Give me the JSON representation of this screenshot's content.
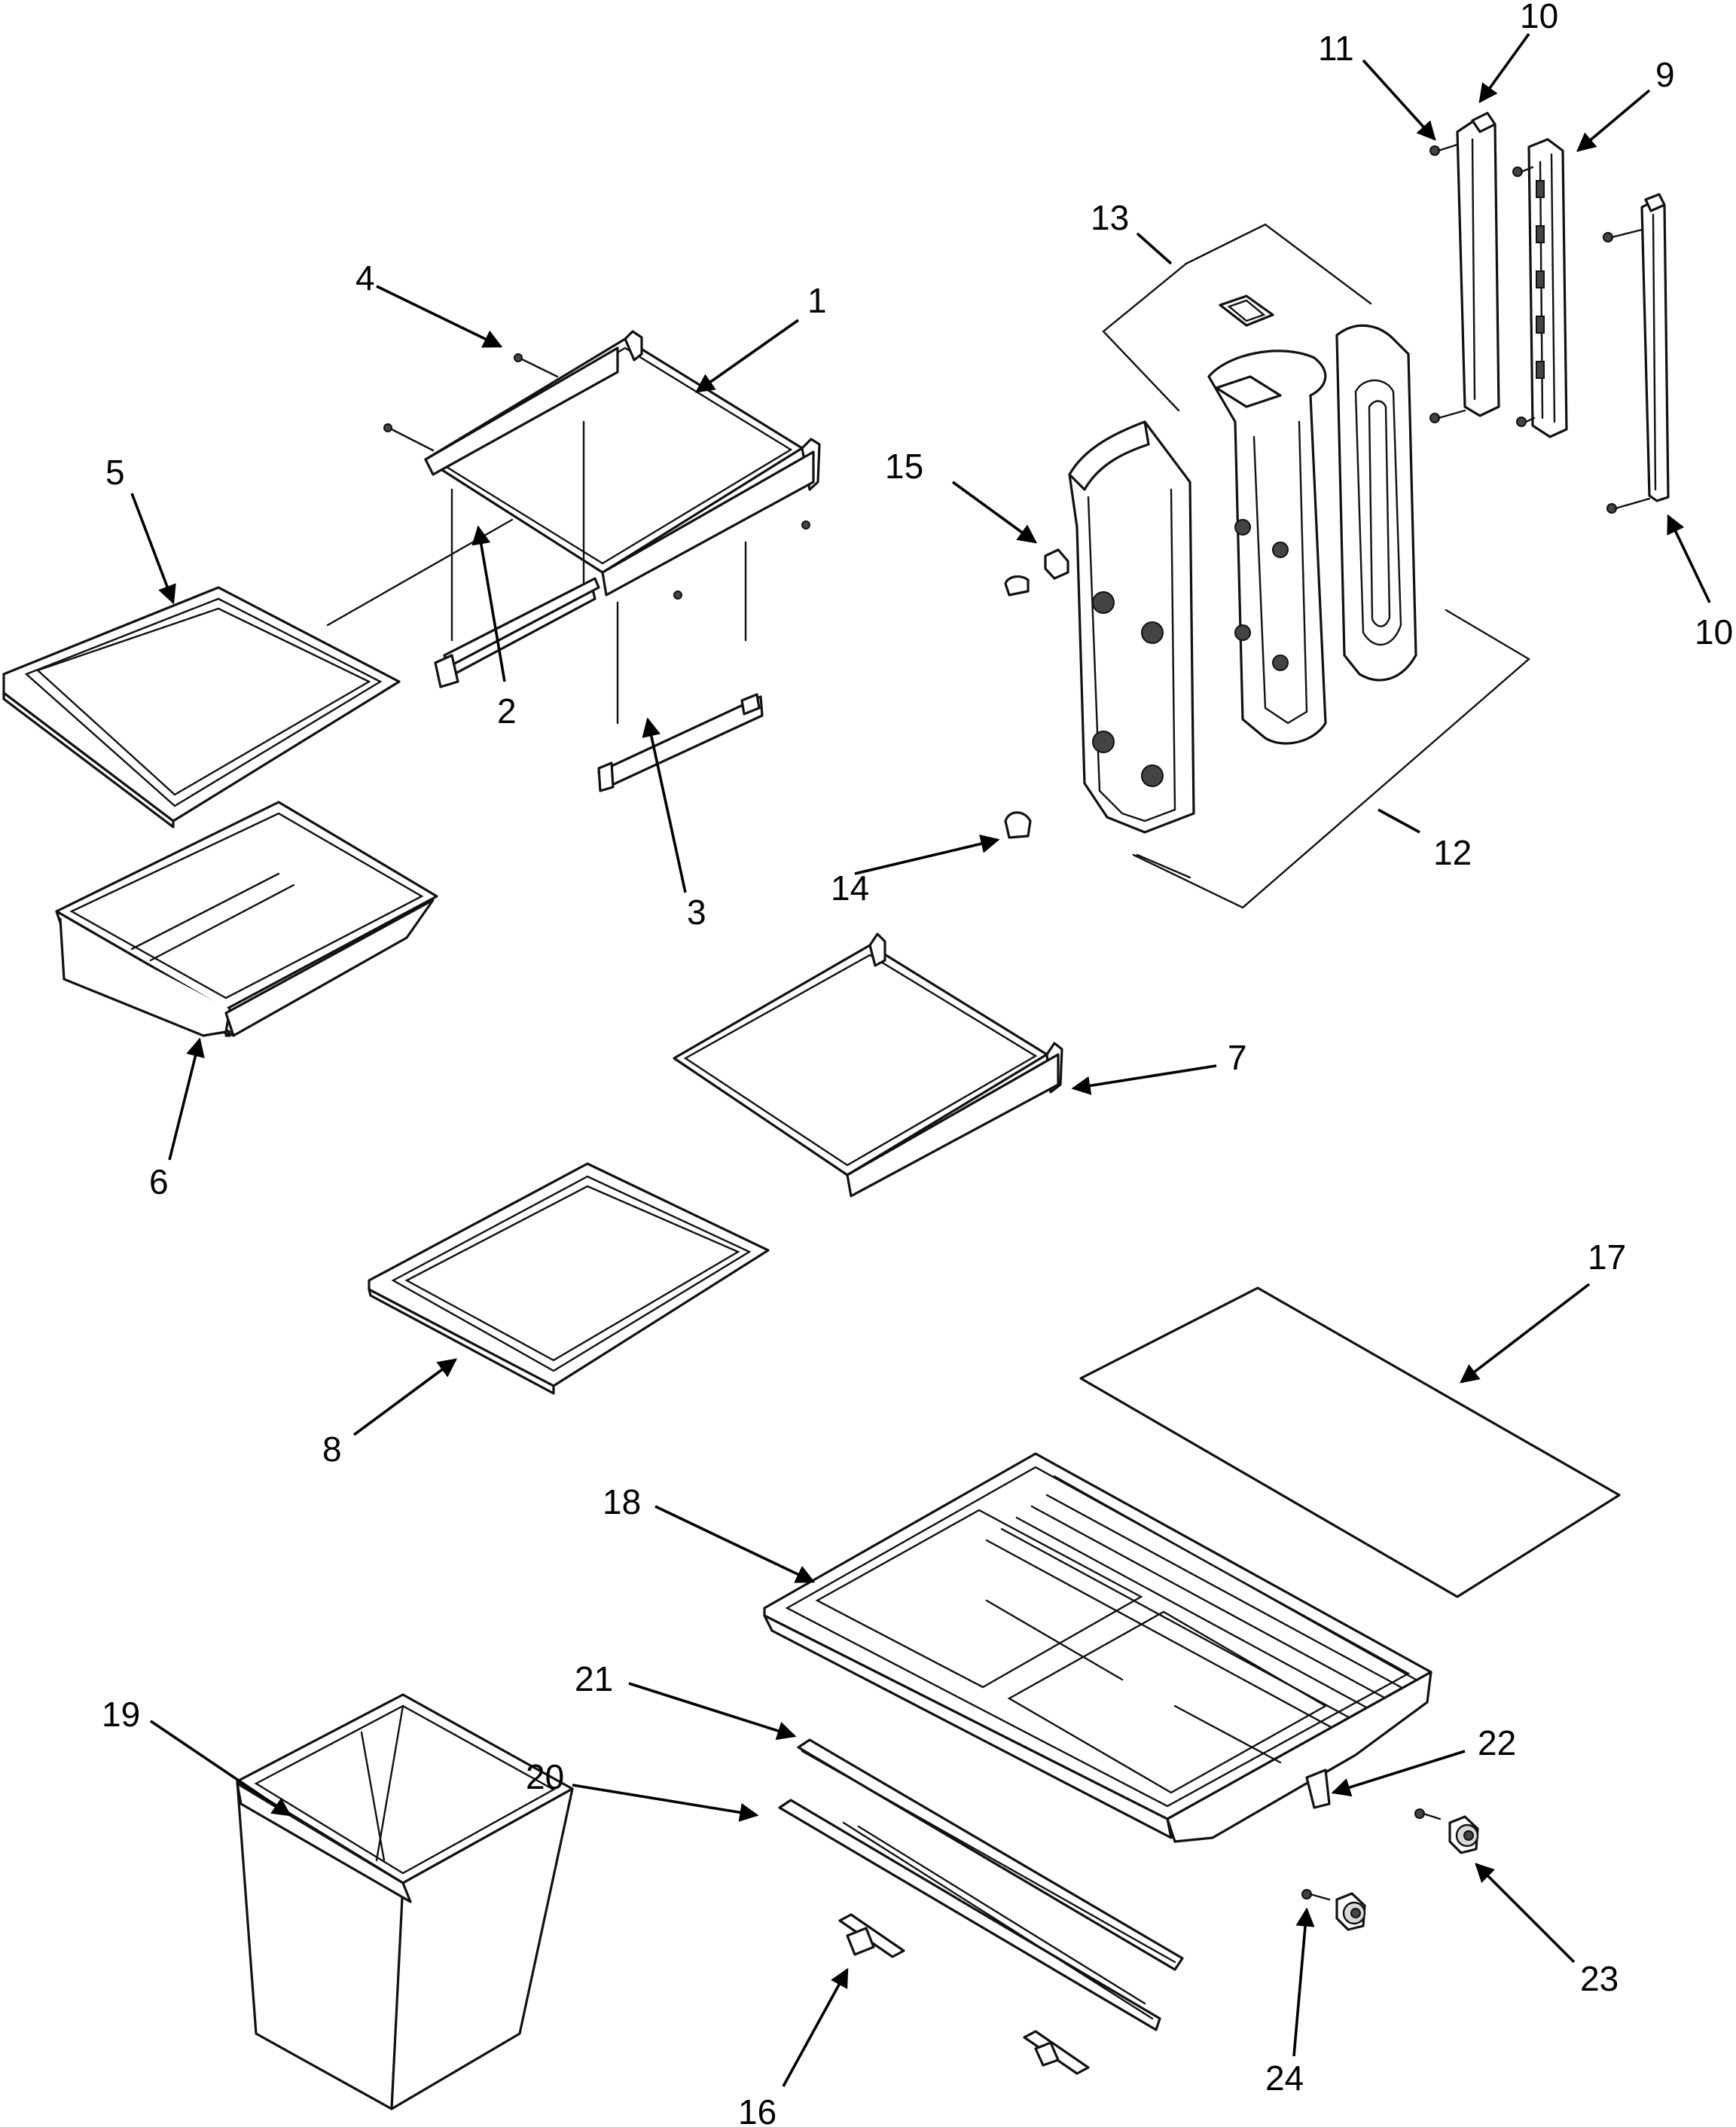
{
  "diagram": {
    "type": "exploded-parts-diagram",
    "line_color": "#111111",
    "background": "#ffffff",
    "callouts": [
      {
        "id": "1",
        "label": "1"
      },
      {
        "id": "2",
        "label": "2"
      },
      {
        "id": "3",
        "label": "3"
      },
      {
        "id": "4",
        "label": "4"
      },
      {
        "id": "5",
        "label": "5"
      },
      {
        "id": "6",
        "label": "6"
      },
      {
        "id": "7",
        "label": "7"
      },
      {
        "id": "8",
        "label": "8"
      },
      {
        "id": "9",
        "label": "9"
      },
      {
        "id": "10a",
        "label": "10"
      },
      {
        "id": "10b",
        "label": "10"
      },
      {
        "id": "11",
        "label": "11"
      },
      {
        "id": "12",
        "label": "12"
      },
      {
        "id": "13",
        "label": "13"
      },
      {
        "id": "14",
        "label": "14"
      },
      {
        "id": "15",
        "label": "15"
      },
      {
        "id": "16",
        "label": "16"
      },
      {
        "id": "17",
        "label": "17"
      },
      {
        "id": "18",
        "label": "18"
      },
      {
        "id": "19",
        "label": "19"
      },
      {
        "id": "20",
        "label": "20"
      },
      {
        "id": "21",
        "label": "21"
      },
      {
        "id": "22",
        "label": "22"
      },
      {
        "id": "23",
        "label": "23"
      },
      {
        "id": "24",
        "label": "24"
      }
    ]
  }
}
